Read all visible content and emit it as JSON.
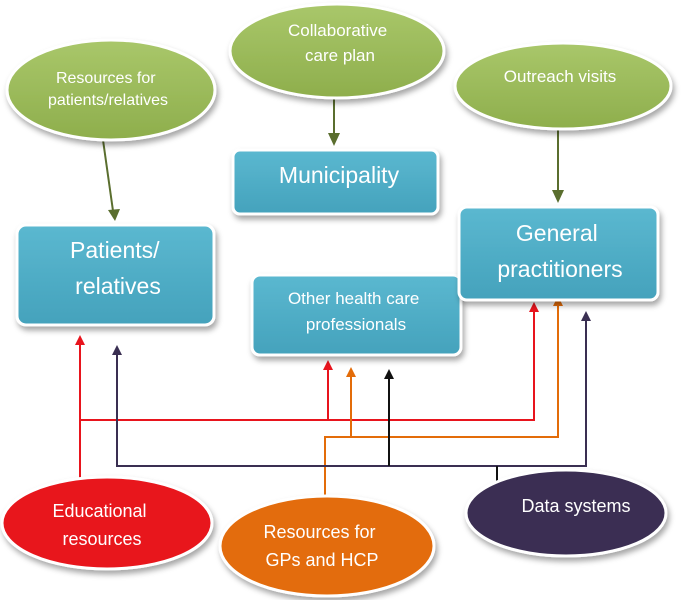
{
  "nodes": {
    "resources_patients": {
      "lines": [
        "Resources for",
        "patients/relatives"
      ]
    },
    "care_plan": {
      "lines": [
        "Collaborative",
        "care plan"
      ]
    },
    "outreach": {
      "lines": [
        "Outreach visits"
      ]
    },
    "municipality": {
      "lines": [
        "Municipality"
      ]
    },
    "patients": {
      "lines": [
        "Patients/",
        "relatives"
      ]
    },
    "other_hcp": {
      "lines": [
        "Other health care",
        "professionals"
      ]
    },
    "gps": {
      "lines": [
        "General",
        "practitioners"
      ]
    },
    "educational": {
      "lines": [
        "Educational",
        "resources"
      ]
    },
    "resources_gps": {
      "lines": [
        "Resources for",
        "GPs and HCP"
      ]
    },
    "data_systems": {
      "lines": [
        "Data systems"
      ]
    }
  },
  "colors": {
    "ellipse_green": "#9bbb59",
    "box_blue": "#4bacc6",
    "educational_red": "#e8141d",
    "resources_orange": "#e36c09",
    "data_navy": "#3a2f52",
    "arrow_green": "#5a6e2e",
    "arrow_red": "#e8141d",
    "arrow_orange": "#e36c09",
    "arrow_navy": "#3a2f52",
    "arrow_black": "#111111"
  }
}
